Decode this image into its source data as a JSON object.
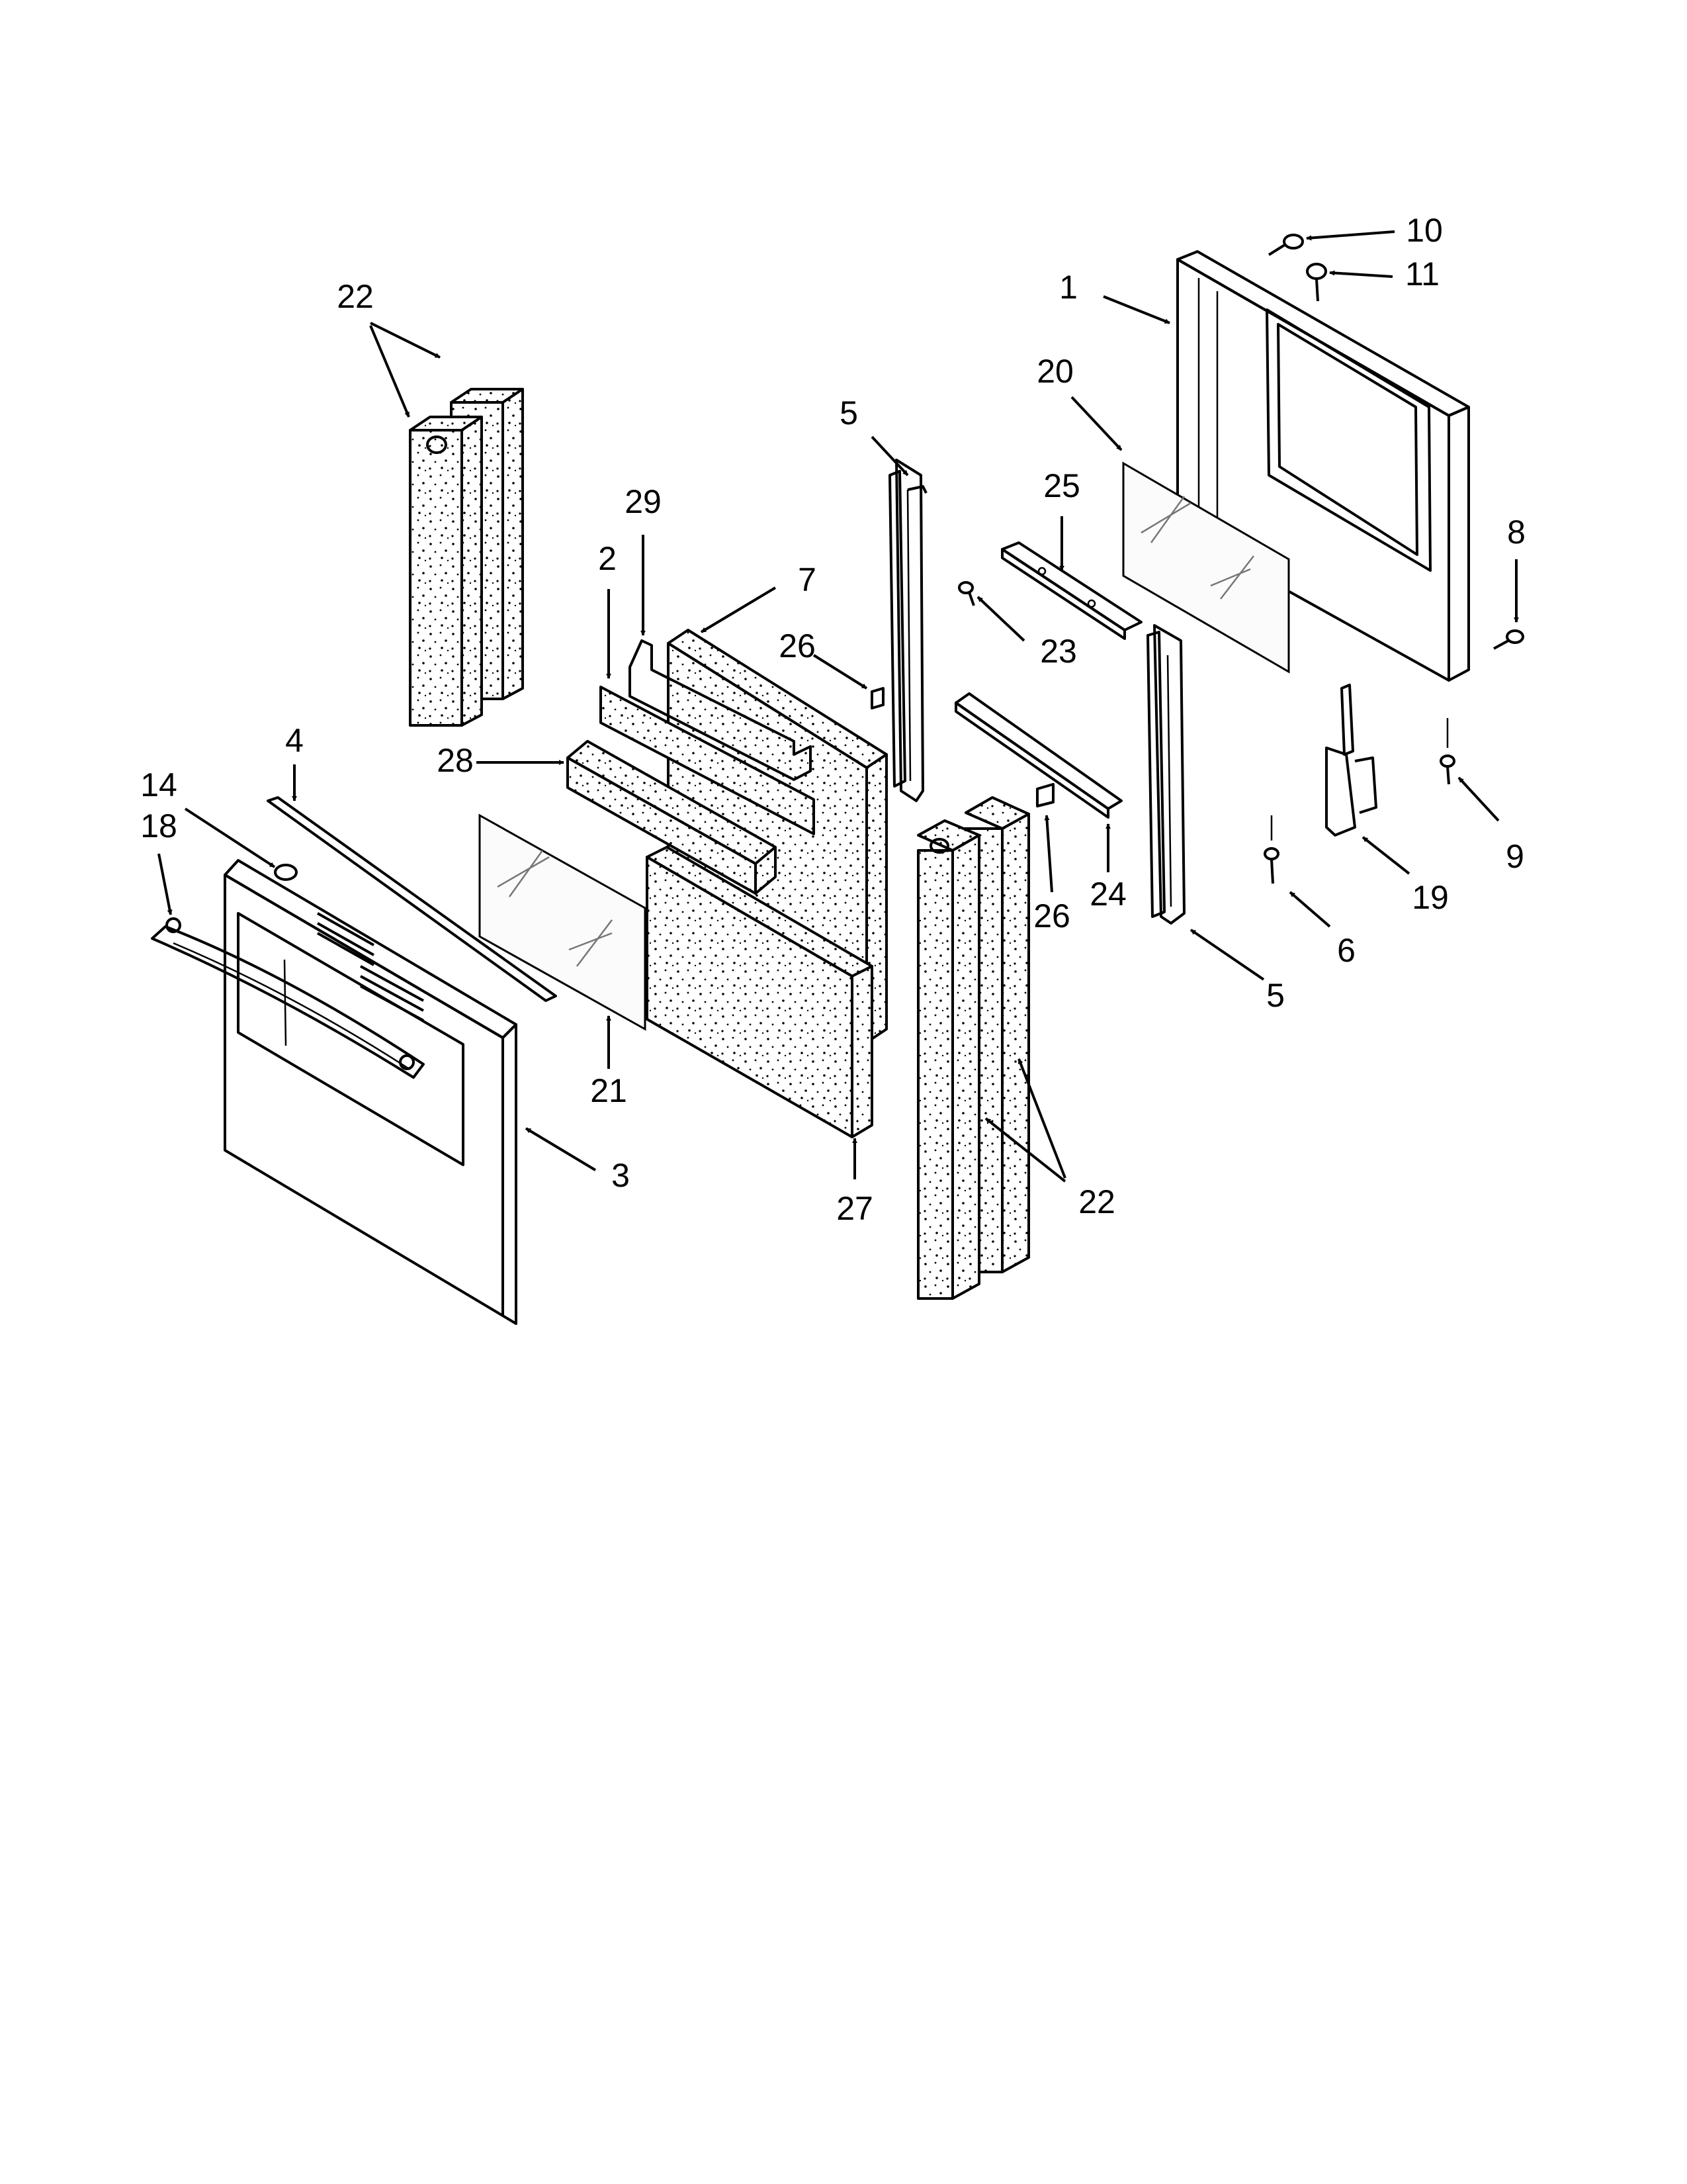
{
  "callouts": [
    {
      "id": "c1",
      "text": "1"
    },
    {
      "id": "c2",
      "text": "2"
    },
    {
      "id": "c3",
      "text": "3"
    },
    {
      "id": "c4",
      "text": "4"
    },
    {
      "id": "c5a",
      "text": "5"
    },
    {
      "id": "c5b",
      "text": "5"
    },
    {
      "id": "c6",
      "text": "6"
    },
    {
      "id": "c7",
      "text": "7"
    },
    {
      "id": "c8",
      "text": "8"
    },
    {
      "id": "c9",
      "text": "9"
    },
    {
      "id": "c10",
      "text": "10"
    },
    {
      "id": "c11",
      "text": "11"
    },
    {
      "id": "c14",
      "text": "14"
    },
    {
      "id": "c18",
      "text": "18"
    },
    {
      "id": "c19",
      "text": "19"
    },
    {
      "id": "c20",
      "text": "20"
    },
    {
      "id": "c21",
      "text": "21"
    },
    {
      "id": "c22a",
      "text": "22"
    },
    {
      "id": "c22b",
      "text": "22"
    },
    {
      "id": "c23",
      "text": "23"
    },
    {
      "id": "c24",
      "text": "24"
    },
    {
      "id": "c25",
      "text": "25"
    },
    {
      "id": "c26a",
      "text": "26"
    },
    {
      "id": "c26b",
      "text": "26"
    },
    {
      "id": "c27",
      "text": "27"
    },
    {
      "id": "c28",
      "text": "28"
    },
    {
      "id": "c29",
      "text": "29"
    }
  ]
}
